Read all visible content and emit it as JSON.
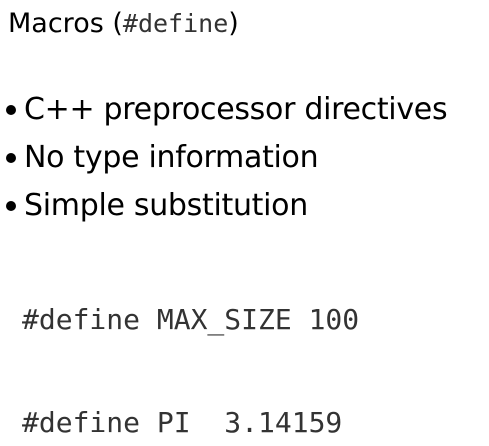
{
  "slide": {
    "title_prefix": "Macros (",
    "title_code": "#define",
    "title_suffix": ")",
    "bullets": [
      "C++ preprocessor directives",
      "No type information",
      "Simple substitution"
    ],
    "code_lines": [
      "#define MAX_SIZE 100",
      "#define PI  3.14159"
    ]
  }
}
